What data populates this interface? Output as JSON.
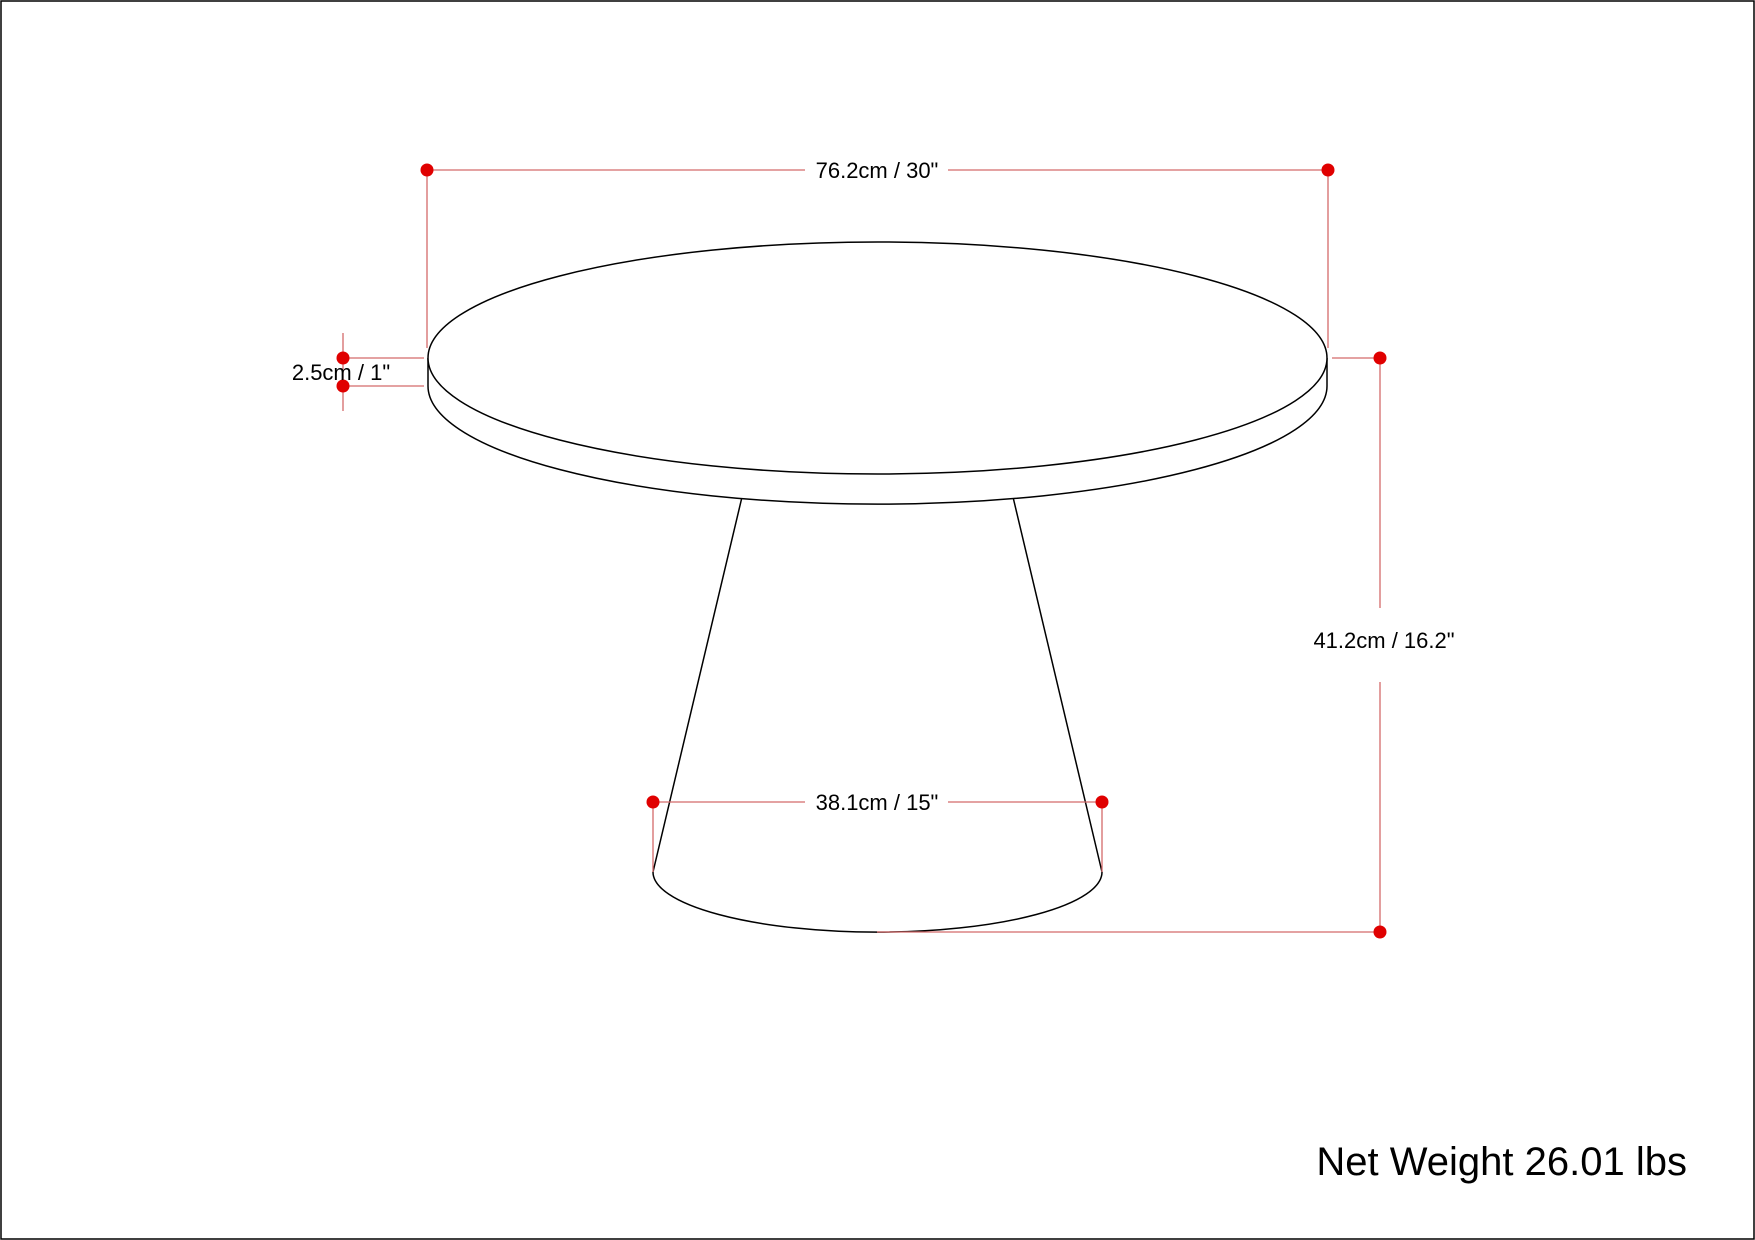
{
  "colors": {
    "background": "#ffffff",
    "outline": "#000000",
    "dimension_line": "#d46a6a",
    "dimension_dot": "#e00000"
  },
  "dimensions": {
    "top_width": "76.2cm / 30\"",
    "top_thickness": "2.5cm / 1\"",
    "height": "41.2cm / 16.2\"",
    "base_width": "38.1cm / 15\""
  },
  "net_weight": "Net Weight 26.01 lbs"
}
